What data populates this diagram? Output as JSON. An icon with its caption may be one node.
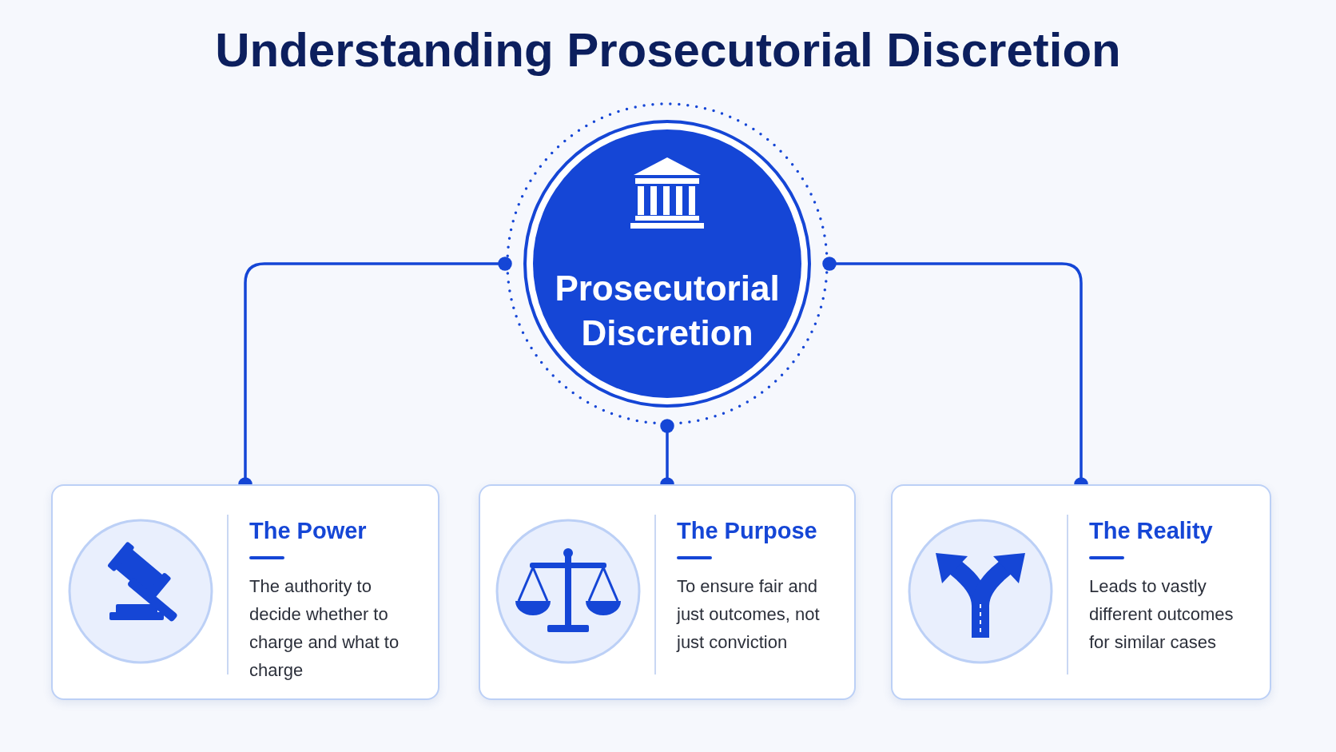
{
  "diagram": {
    "title": "Understanding Prosecutorial Discretion",
    "nodes": [
      {
        "text": [
          "Prosecutorial Discretion"
        ]
      },
      {
        "text": [
          "The Power",
          "The authority to decide whether to charge and what to charge"
        ]
      },
      {
        "text": [
          "The Purpose",
          "To ensure fair and just outcomes, not just conviction"
        ]
      },
      {
        "text": [
          "The Reality",
          "Leads to vastly different outcomes for similar cases"
        ]
      }
    ],
    "edges": [
      {
        "from": 0,
        "to": 1,
        "arrow": "other"
      },
      {
        "from": 0,
        "to": 2,
        "arrow": "other"
      },
      {
        "from": 0,
        "to": 3,
        "arrow": "other"
      }
    ]
  }
}
